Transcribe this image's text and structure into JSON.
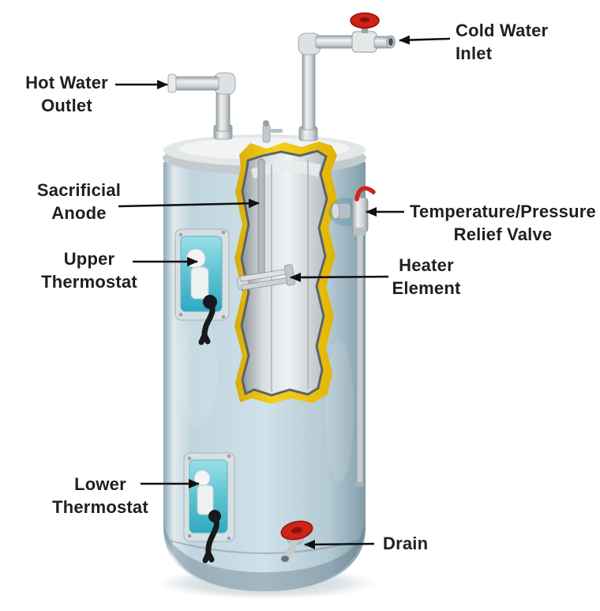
{
  "diagram": {
    "labels": {
      "cold_water_inlet": "Cold Water\nInlet",
      "hot_water_outlet": "Hot Water\nOutlet",
      "sacrificial_anode": "Sacrificial\nAnode",
      "upper_thermostat": "Upper\nThermostat",
      "temperature_pressure_relief_valve": "Temperature/Pressure\nRelief Valve",
      "heater_element": "Heater\nElement",
      "lower_thermostat": "Lower\nThermostat",
      "drain": "Drain"
    },
    "colors": {
      "background": "#ffffff",
      "label_text": "#1f1f1f",
      "arrow": "#111111",
      "valve_red": "#cf2318",
      "valve_red_dark": "#8f1208",
      "insulation_yellow": "#efc513",
      "tank_blue": "#c3d8e2",
      "metal_gray": "#d6dadc",
      "wire_black": "#17191b"
    }
  }
}
